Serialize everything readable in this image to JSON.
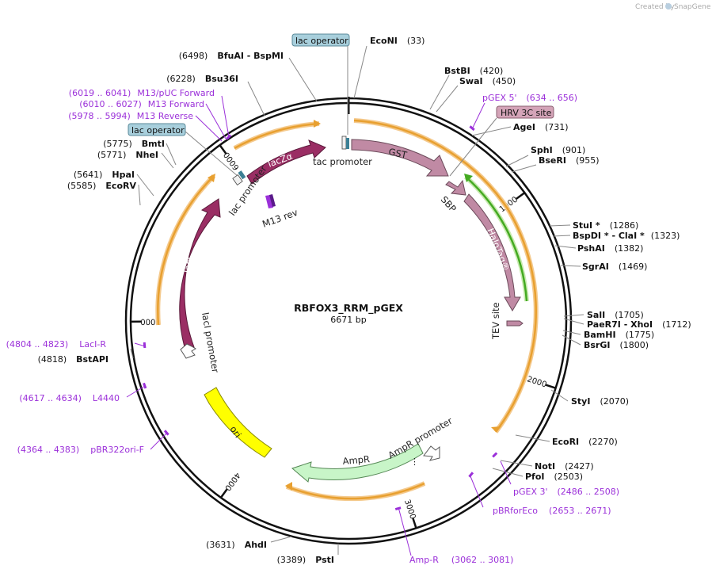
{
  "header": {
    "credit_prefix": "Created by",
    "credit_brand": "SnapGene"
  },
  "plasmid": {
    "name": "RBFOX3_RRM_pGEX",
    "length": "6671 bp"
  },
  "ticks": [
    "1000",
    "2000",
    "3000",
    "4000",
    "5000",
    "6000"
  ],
  "sites": {
    "econi": {
      "name": "EcoNI",
      "pos": "(33)"
    },
    "bstbi": {
      "name": "BstBI",
      "pos": "(420)"
    },
    "swai": {
      "name": "SwaI",
      "pos": "(450)"
    },
    "agei": {
      "name": "AgeI",
      "pos": "(731)"
    },
    "sphi": {
      "name": "SphI",
      "pos": "(901)"
    },
    "bseri": {
      "name": "BseRI",
      "pos": "(955)"
    },
    "stui": {
      "name": "StuI *",
      "pos": "(1286)"
    },
    "bspdi": {
      "name": "BspDI * - ClaI *",
      "pos": "(1323)"
    },
    "pshai": {
      "name": "PshAI",
      "pos": "(1382)"
    },
    "sgrai": {
      "name": "SgrAI",
      "pos": "(1469)"
    },
    "sali": {
      "name": "SalI",
      "pos": "(1705)"
    },
    "paer7i": {
      "name": "PaeR7I - XhoI",
      "pos": "(1712)"
    },
    "bamhi": {
      "name": "BamHI",
      "pos": "(1775)"
    },
    "bsrgi": {
      "name": "BsrGI",
      "pos": "(1800)"
    },
    "styi": {
      "name": "StyI",
      "pos": "(2070)"
    },
    "ecori": {
      "name": "EcoRI",
      "pos": "(2270)"
    },
    "noti": {
      "name": "NotI",
      "pos": "(2427)"
    },
    "pfoi": {
      "name": "PfoI",
      "pos": "(2503)"
    },
    "psti": {
      "name": "PstI",
      "pos": "(3389)"
    },
    "ahdi": {
      "name": "AhdI",
      "pos": "(3631)"
    },
    "bstapi": {
      "name": "BstAPI",
      "pos": "(4818)"
    },
    "ecorv": {
      "name": "EcoRV",
      "pos": "(5585)"
    },
    "hpai": {
      "name": "HpaI",
      "pos": "(5641)"
    },
    "nhei": {
      "name": "NheI",
      "pos": "(5771)"
    },
    "bmti": {
      "name": "BmtI",
      "pos": "(5775)"
    },
    "bsu36i": {
      "name": "Bsu36I",
      "pos": "(6228)"
    },
    "bfuai": {
      "name": "BfuAI - BspMI",
      "pos": "(6498)"
    }
  },
  "primers": {
    "pgex5": {
      "name": "pGEX 5'",
      "pos": "(634 .. 656)"
    },
    "pgex3": {
      "name": "pGEX 3'",
      "pos": "(2486 .. 2508)"
    },
    "pbrforeco": {
      "name": "pBRforEco",
      "pos": "(2653 .. 2671)"
    },
    "ampr": {
      "name": "Amp-R",
      "pos": "(3062 .. 3081)"
    },
    "pbr322ori": {
      "name": "pBR322ori-F",
      "pos": "(4364 .. 4383)"
    },
    "l4440": {
      "name": "L4440",
      "pos": "(4617 .. 4634)"
    },
    "laci_r": {
      "name": "LacI-R",
      "pos": "(4804 .. 4823)"
    },
    "m13puc": {
      "name": "M13/pUC Forward",
      "pos": "(6019 .. 6041)"
    },
    "m13fwd": {
      "name": "M13 Forward",
      "pos": "(6010 .. 6027)"
    },
    "m13rev": {
      "name": "M13 Reverse",
      "pos": "(5978 .. 5994)"
    }
  },
  "boxes": {
    "lacop1": "lac operator",
    "lacop2": "lac operator",
    "hrv": "HRV 3C site"
  },
  "features": {
    "gst": "GST",
    "sbp": "SBP",
    "halotag": "HaloTag®",
    "tev": "TEV site",
    "tac": "tac promoter",
    "laczalpha": "lacZα",
    "lacprom": "lac promoter",
    "m13rev": "M13 rev",
    "laci": "lacI",
    "laciprom": "lacI promoter",
    "ori": "ori",
    "ampr": "AmpR",
    "amprprom": "AmpR promoter"
  },
  "colors": {
    "gst": "#c08aa4",
    "laci": "#9a2e64",
    "ori": "#ffff00",
    "ampr": "#c8f5c8",
    "orange": "#e8a030",
    "green": "#44aa22",
    "primer": "#9b30d9",
    "box_blue": "#a8cfdc",
    "box_pink": "#d4a4b8"
  }
}
